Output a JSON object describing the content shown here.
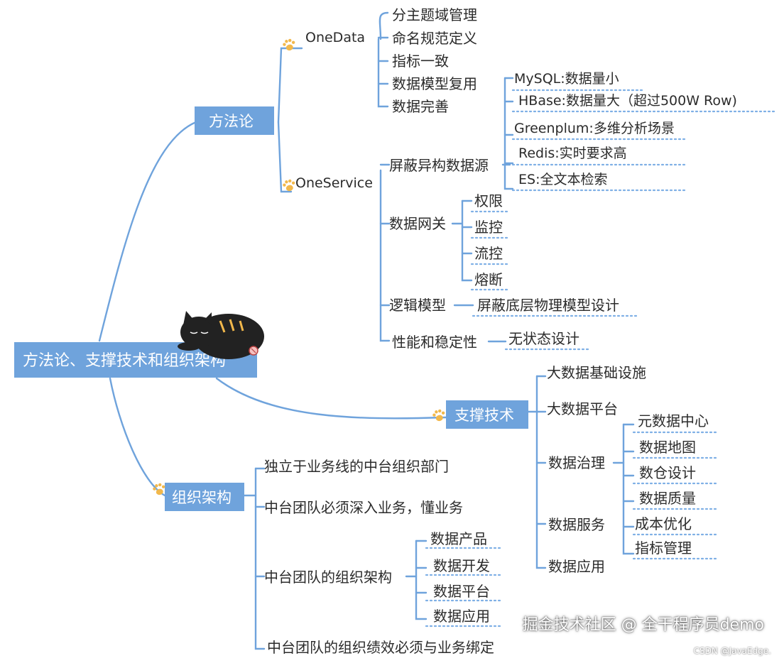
{
  "root": {
    "label": "方法论、支撑技术和组织架构"
  },
  "methodology": {
    "label": "方法论",
    "onedata": {
      "label": "OneData",
      "items": [
        "分主题域管理",
        "命名规范定义",
        "指标一致",
        "数据模型复用",
        "数据完善"
      ]
    },
    "oneservice": {
      "label": "OneService",
      "shield": {
        "label": "屏蔽异构数据源",
        "items": [
          "MySQL:数据量小",
          "HBase:数据量大（超过500W Row)",
          "Greenplum:多维分析场景",
          "Redis:实时要求高",
          "ES:全文本检索"
        ]
      },
      "gateway": {
        "label": "数据网关",
        "items": [
          "权限",
          "监控",
          "流控",
          "熔断"
        ]
      },
      "logic_model": {
        "label": "逻辑模型",
        "items": [
          "屏蔽底层物理模型设计"
        ]
      },
      "performance": {
        "label": "性能和稳定性",
        "items": [
          "无状态设计"
        ]
      }
    }
  },
  "support": {
    "label": "支撑技术",
    "items": [
      "大数据基础设施",
      "大数据平台"
    ],
    "governance": {
      "label": "数据治理",
      "items": [
        "元数据中心",
        "数据地图",
        "数仓设计",
        "数据质量",
        "成本优化",
        "指标管理"
      ]
    },
    "service_label": "数据服务",
    "app_label": "数据应用"
  },
  "org": {
    "label": "组织架构",
    "items": [
      "独立于业务线的中台组织部门",
      "中台团队必须深入业务，懂业务"
    ],
    "structure": {
      "label": "中台团队的组织架构",
      "items": [
        "数据产品",
        "数据开发",
        "数据平台",
        "数据应用"
      ]
    },
    "last": "中台团队的组织绩效必须与业务绑定"
  },
  "watermark": {
    "main": "掘金技术社区 @ 全干程序员demo",
    "sub": "CSDN @JavaEdge."
  },
  "colors": {
    "line": "#6fa3dc",
    "box": "#6fa3dc",
    "dot": "#7fb0e6",
    "paw": "#f2b84b",
    "cat": "#222222"
  },
  "icons": {
    "branch_marker": "paw-icon",
    "mascot": "sleeping-cat-icon"
  }
}
